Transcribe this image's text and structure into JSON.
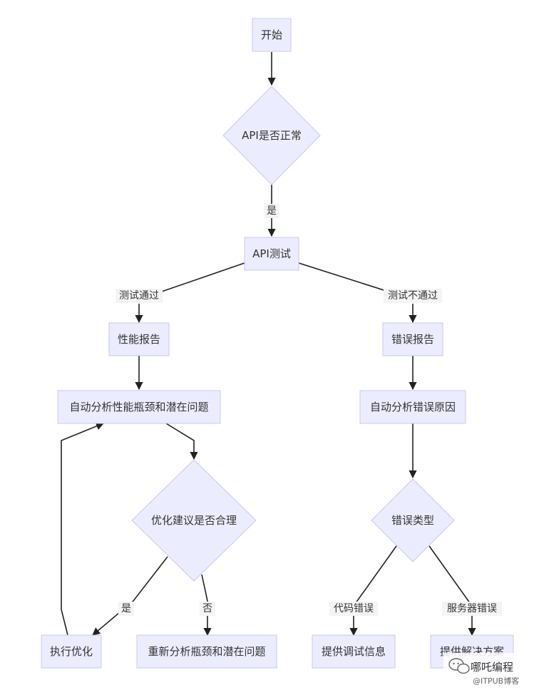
{
  "nodes": {
    "start": "开始",
    "api_ok": "API是否正常",
    "api_test": "API测试",
    "perf_report": "性能报告",
    "err_report": "错误报告",
    "auto_analyze_perf": "自动分析性能瓶颈和潜在问题",
    "auto_analyze_err": "自动分析错误原因",
    "opt_reasonable": "优化建议是否合理",
    "err_type": "错误类型",
    "exec_opt": "执行优化",
    "reanalyze": "重新分析瓶颈和潜在问题",
    "provide_debug": "提供调试信息",
    "provide_solution": "提供解决方案"
  },
  "edge_labels": {
    "yes_api": "是",
    "test_pass": "测试通过",
    "test_fail": "测试不通过",
    "yes_opt": "是",
    "no_opt": "否",
    "code_err": "代码错误",
    "server_err": "服务器错误"
  },
  "watermark": {
    "title": "哪吒编程",
    "subtitle": "@ITPUB博客"
  },
  "colors": {
    "node_fill": "#ececff",
    "node_stroke": "#c8c8f0",
    "edge": "#222222",
    "label_bg": "#f4f4f4"
  }
}
